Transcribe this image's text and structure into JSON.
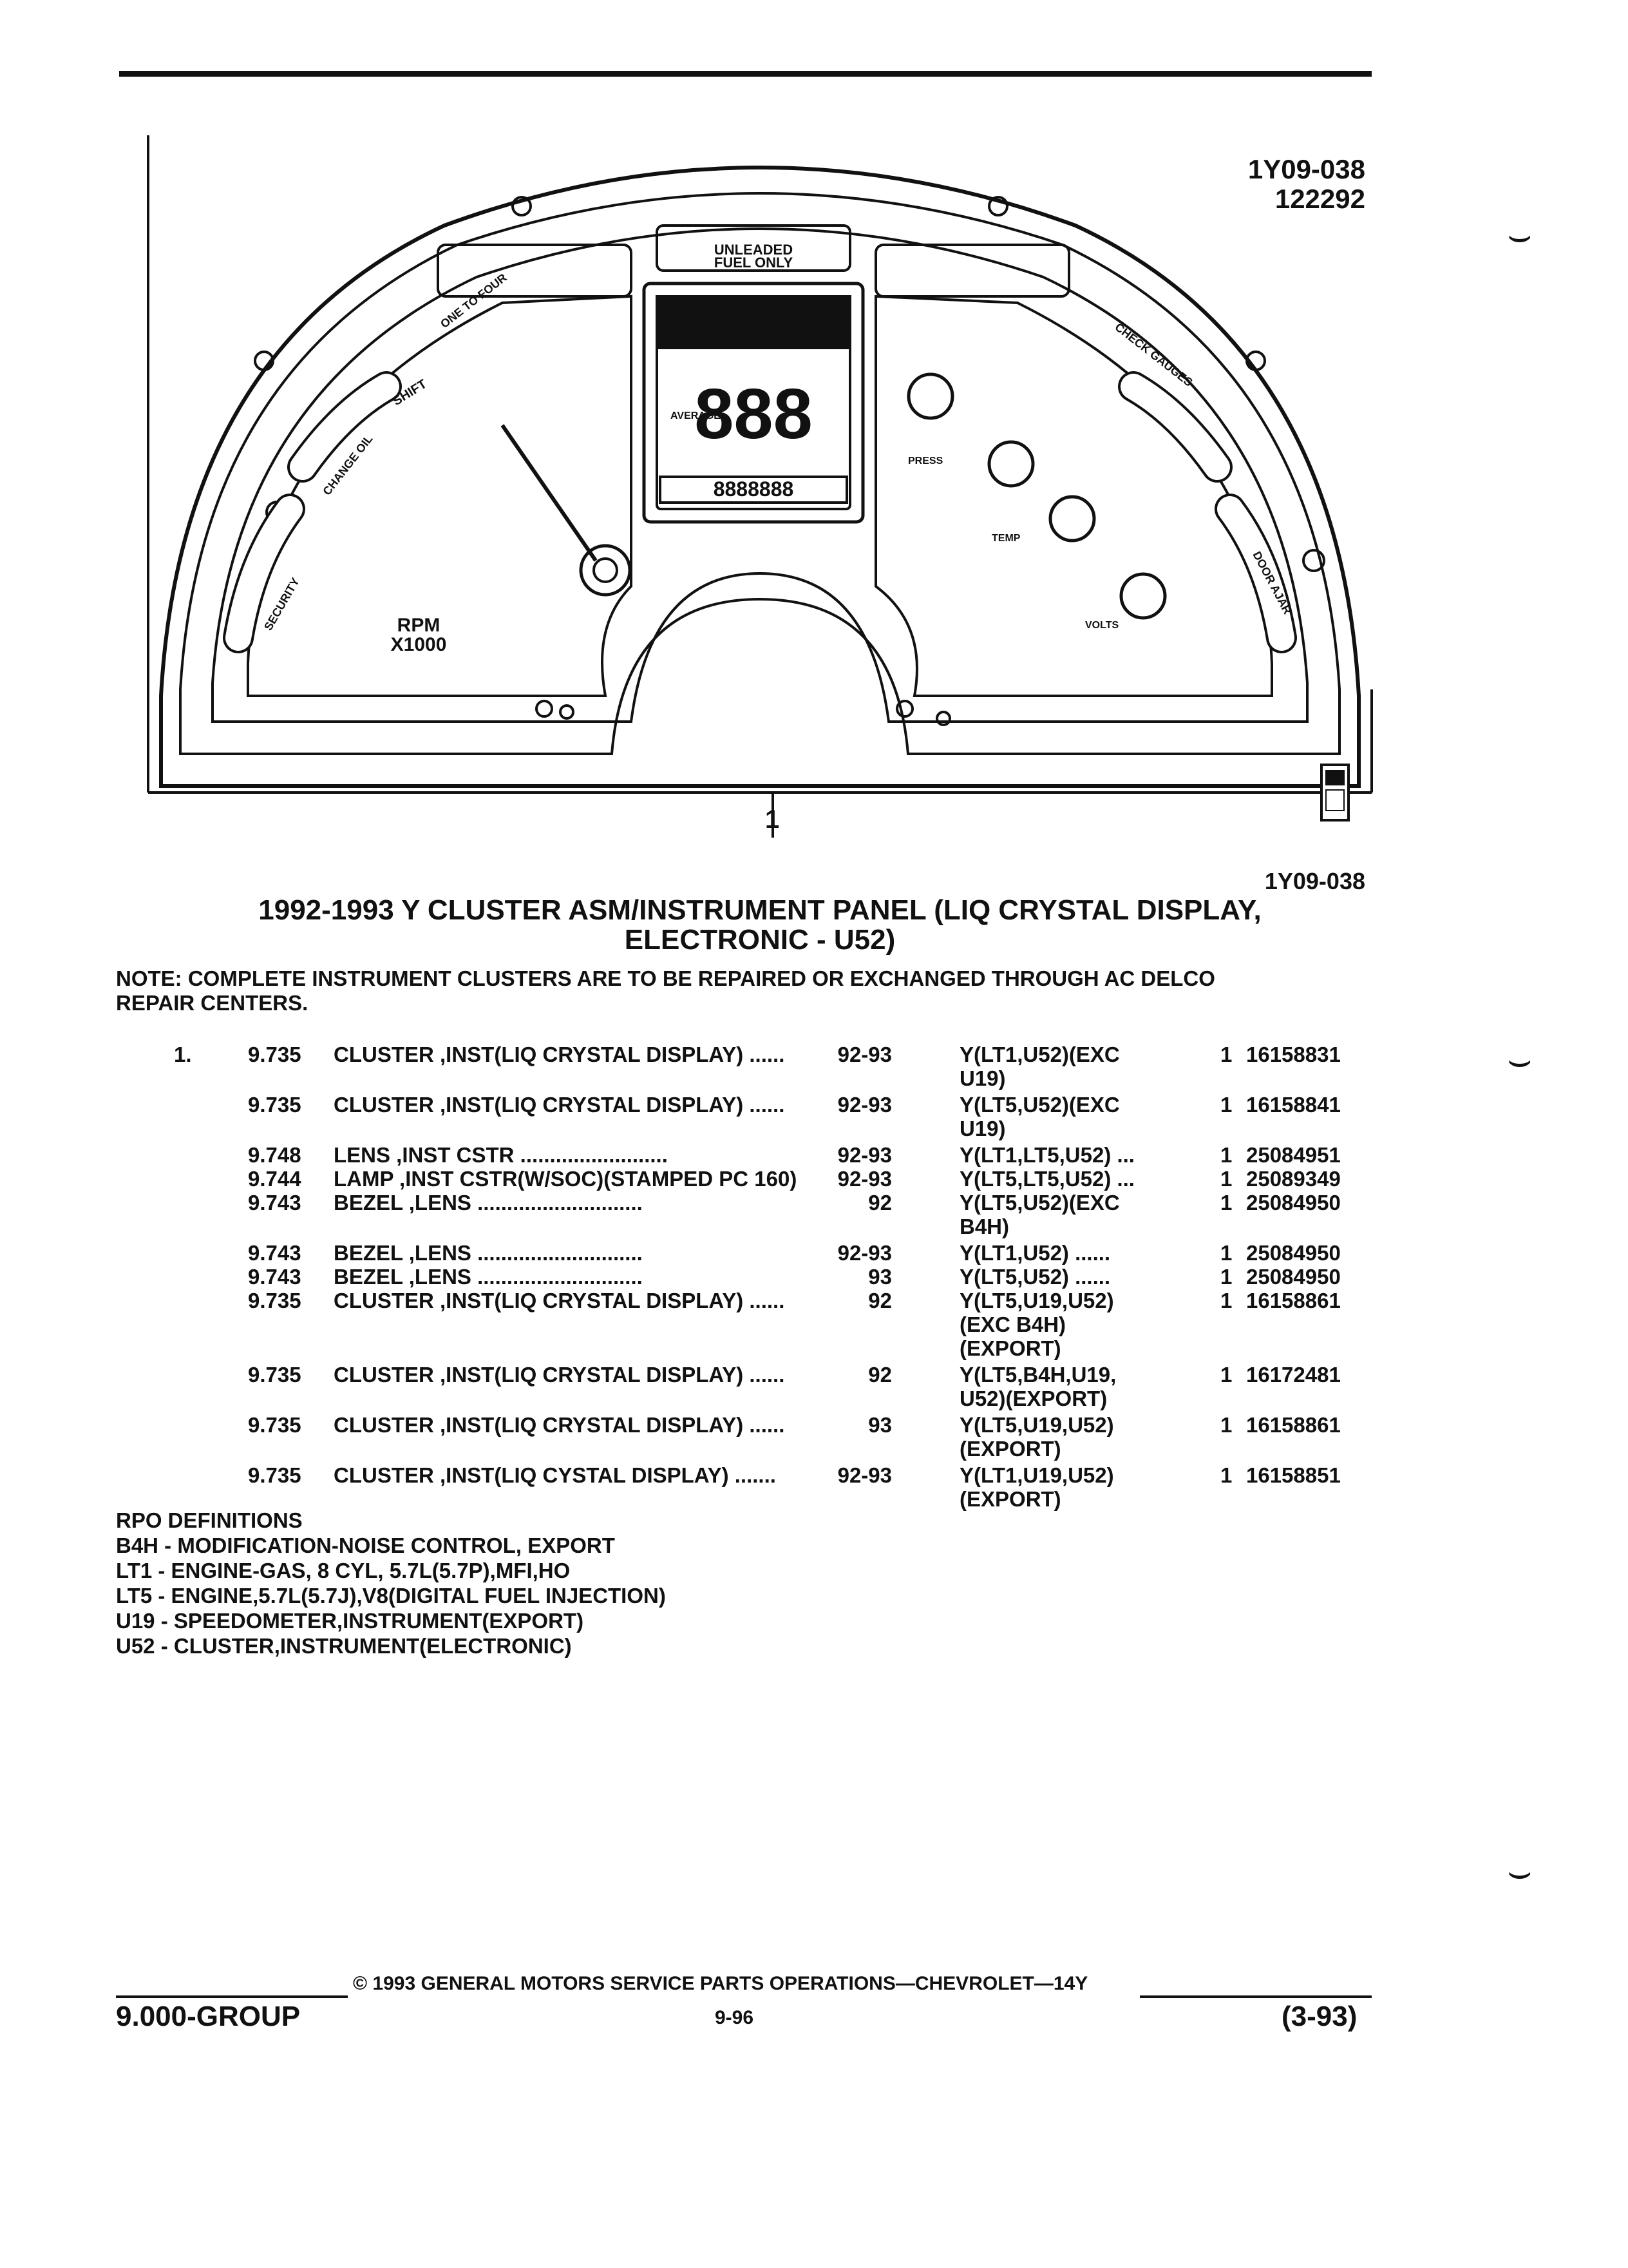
{
  "figure": {
    "id_line1": "1Y09-038",
    "id_line2": "122292",
    "callout": "1",
    "caption_id": "1Y09-038",
    "panel_texts": {
      "unleaded": "UNLEADED",
      "fuel_only": "FUEL ONLY",
      "shift": "SHIFT",
      "one_to_four": "ONE TO FOUR",
      "security": "SECURITY",
      "change_oil": "CHANGE OIL",
      "check_gauges": "CHECK GAUGES",
      "door_ajar": "DOOR AJAR",
      "rpm": "RPM",
      "x1000": "X1000",
      "digits": "888",
      "odometer": "8888888",
      "average": "AVERAGE",
      "volts": "VOLTS",
      "press": "PRESS",
      "temp": "TEMP"
    }
  },
  "title_line1": "1992-1993 Y CLUSTER ASM/INSTRUMENT PANEL (LIQ CRYSTAL DISPLAY,",
  "title_line2": "ELECTRONIC - U52)",
  "note_line1": "NOTE: COMPLETE INSTRUMENT CLUSTERS ARE TO BE REPAIRED OR EXCHANGED THROUGH AC DELCO",
  "note_line2": "REPAIR CENTERS.",
  "parts": [
    {
      "item": "1.",
      "group": "9.735",
      "desc": "CLUSTER ,INST(LIQ CRYSTAL DISPLAY)  ......",
      "year": "92-93",
      "model": "Y(LT1,U52)(EXC",
      "model2": "U19)",
      "qty": "1",
      "part": "16158831"
    },
    {
      "item": "",
      "group": "9.735",
      "desc": "CLUSTER ,INST(LIQ CRYSTAL DISPLAY)  ......",
      "year": "92-93",
      "model": "Y(LT5,U52)(EXC",
      "model2": "U19)",
      "qty": "1",
      "part": "16158841"
    },
    {
      "item": "",
      "group": "9.748",
      "desc": "LENS ,INST CSTR  .........................",
      "year": "92-93",
      "model": "Y(LT1,LT5,U52)  ...",
      "model2": "",
      "qty": "1",
      "part": "25084951"
    },
    {
      "item": "",
      "group": "9.744",
      "desc": "LAMP ,INST CSTR(W/SOC)(STAMPED PC 160)",
      "year": "92-93",
      "model": "Y(LT5,LT5,U52)  ...",
      "model2": "",
      "qty": "1",
      "part": "25089349"
    },
    {
      "item": "",
      "group": "9.743",
      "desc": "BEZEL ,LENS  ............................",
      "year": "92",
      "model": "Y(LT5,U52)(EXC",
      "model2": "B4H)",
      "qty": "1",
      "part": "25084950"
    },
    {
      "item": "",
      "group": "9.743",
      "desc": "BEZEL ,LENS  ............................",
      "year": "92-93",
      "model": "Y(LT1,U52)  ......",
      "model2": "",
      "qty": "1",
      "part": "25084950"
    },
    {
      "item": "",
      "group": "9.743",
      "desc": "BEZEL ,LENS  ............................",
      "year": "93",
      "model": "Y(LT5,U52)  ......",
      "model2": "",
      "qty": "1",
      "part": "25084950"
    },
    {
      "item": "",
      "group": "9.735",
      "desc": "CLUSTER ,INST(LIQ CRYSTAL DISPLAY)  ......",
      "year": "92",
      "model": "Y(LT5,U19,U52)",
      "model2": "(EXC B4H)",
      "model3": "(EXPORT)",
      "qty": "1",
      "part": "16158861"
    },
    {
      "item": "",
      "group": "9.735",
      "desc": "CLUSTER ,INST(LIQ CRYSTAL DISPLAY)  ......",
      "year": "92",
      "model": "Y(LT5,B4H,U19,",
      "model2": "U52)(EXPORT)",
      "qty": "1",
      "part": "16172481"
    },
    {
      "item": "",
      "group": "9.735",
      "desc": "CLUSTER ,INST(LIQ CRYSTAL DISPLAY)  ......",
      "year": "93",
      "model": "Y(LT5,U19,U52)",
      "model2": "(EXPORT)",
      "qty": "1",
      "part": "16158861"
    },
    {
      "item": "",
      "group": "9.735",
      "desc": "CLUSTER ,INST(LIQ CYSTAL DISPLAY)  .......",
      "year": "92-93",
      "model": "Y(LT1,U19,U52)",
      "model2": "(EXPORT)",
      "qty": "1",
      "part": "16158851"
    }
  ],
  "rpo": {
    "heading": "RPO DEFINITIONS",
    "lines": [
      "B4H - MODIFICATION-NOISE CONTROL, EXPORT",
      "LT1 - ENGINE-GAS, 8 CYL, 5.7L(5.7P),MFI,HO",
      "LT5 - ENGINE,5.7L(5.7J),V8(DIGITAL FUEL INJECTION)",
      "U19 - SPEEDOMETER,INSTRUMENT(EXPORT)",
      "U52 - CLUSTER,INSTRUMENT(ELECTRONIC)"
    ]
  },
  "footer": {
    "copyright": "© 1993  GENERAL MOTORS SERVICE PARTS OPERATIONS—CHEVROLET—14Y",
    "group": "9.000-GROUP",
    "page": "9-96",
    "date": "(3-93)"
  },
  "icon": "gm-spo-logo-icon"
}
